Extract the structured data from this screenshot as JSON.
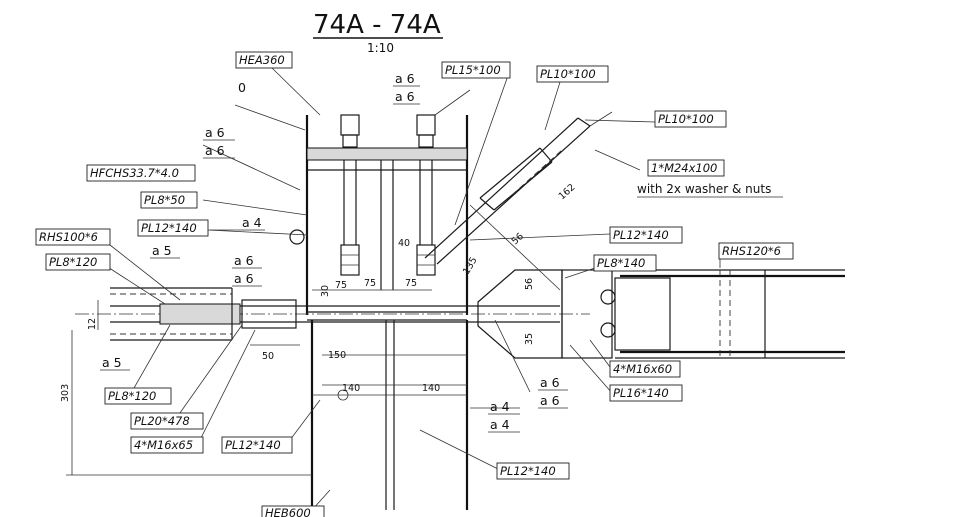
{
  "section": {
    "title": "74A - 74A",
    "scale": "1:10"
  },
  "labels": {
    "hea360": "HEA360",
    "pl15x100": "PL15*100",
    "pl10x100_a": "PL10*100",
    "pl10x100_b": "PL10*100",
    "m24": "1*M24x100",
    "washer_note": "with 2x washer & nuts",
    "hfchs": "HFCHS33.7*4.0",
    "pl8x50": "PL8*50",
    "pl12x140_a": "PL12*140",
    "pl12x140_b": "PL12*140",
    "pl12x140_c": "PL12*140",
    "pl12x140_d": "PL12*140",
    "rhs100": "RHS100*6",
    "pl8x120_a": "PL8*120",
    "pl8x120_b": "PL8*120",
    "pl8x140": "PL8*140",
    "rhs120": "RHS120*6",
    "m16x60": "4*M16x60",
    "pl16x140": "PL16*140",
    "pl20x478": "PL20*478",
    "m16x65": "4*M16x65",
    "heb600": "HEB600"
  },
  "welds": {
    "a6_top1": "a 6",
    "a6_top2": "a 6",
    "a6_left1": "a 6",
    "a6_left2": "a 6",
    "a4_mid": "a 4",
    "a5_top": "a 5",
    "a6_mid1": "a 6",
    "a6_mid2": "a 6",
    "a5_bot": "a 5",
    "a6_right1": "a 6",
    "a6_right2": "a 6",
    "a4_bot1": "a 4",
    "a4_bot2": "a 4"
  },
  "misc": {
    "zero": "0"
  },
  "dims": {
    "d75a": "75",
    "d75b": "75",
    "d40": "40",
    "d30": "30",
    "d50": "50",
    "d150": "150",
    "d140a": "140",
    "d140b": "140",
    "d303": "303",
    "d56": "56",
    "d162": "162",
    "d135": "135",
    "d56b": "56",
    "d35": "35",
    "d12": "12"
  }
}
